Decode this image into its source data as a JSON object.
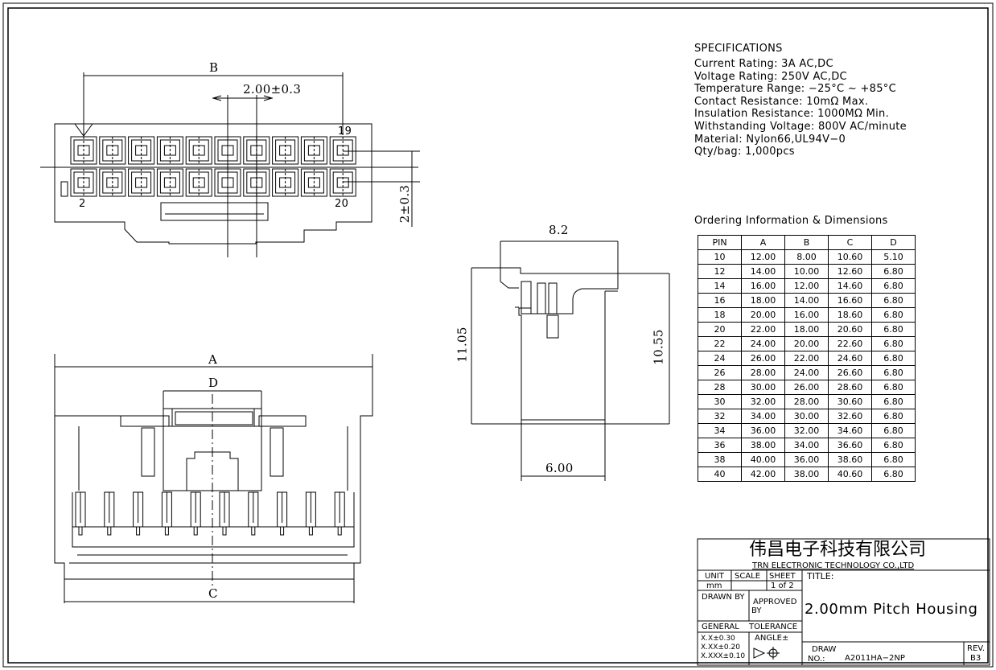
{
  "specs": {
    "heading": "SPECIFICATIONS",
    "lines": [
      "Current Rating:  3A  AC,DC",
      "Voltage Rating:  250V  AC,DC",
      "Temperature Range:  −25°C  ~  +85°C",
      "Contact Resistance:  10mΩ  Max.",
      "Insulation Resistance:  1000MΩ  Min.",
      "Withstanding Voltage:  800V  AC/minute",
      "Material:  Nylon66,UL94V−0",
      "Qty/bag: 1,000pcs"
    ]
  },
  "ordering": {
    "heading": "Ordering  Information  &  Dimensions",
    "columns": [
      "PIN",
      "A",
      "B",
      "C",
      "D"
    ],
    "rows": [
      [
        "10",
        "12.00",
        "8.00",
        "10.60",
        "5.10"
      ],
      [
        "12",
        "14.00",
        "10.00",
        "12.60",
        "6.80"
      ],
      [
        "14",
        "16.00",
        "12.00",
        "14.60",
        "6.80"
      ],
      [
        "16",
        "18.00",
        "14.00",
        "16.60",
        "6.80"
      ],
      [
        "18",
        "20.00",
        "16.00",
        "18.60",
        "6.80"
      ],
      [
        "20",
        "22.00",
        "18.00",
        "20.60",
        "6.80"
      ],
      [
        "22",
        "24.00",
        "20.00",
        "22.60",
        "6.80"
      ],
      [
        "24",
        "26.00",
        "22.00",
        "24.60",
        "6.80"
      ],
      [
        "26",
        "28.00",
        "24.00",
        "26.60",
        "6.80"
      ],
      [
        "28",
        "30.00",
        "26.00",
        "28.60",
        "6.80"
      ],
      [
        "30",
        "32.00",
        "28.00",
        "30.60",
        "6.80"
      ],
      [
        "32",
        "34.00",
        "30.00",
        "32.60",
        "6.80"
      ],
      [
        "34",
        "36.00",
        "32.00",
        "34.60",
        "6.80"
      ],
      [
        "36",
        "38.00",
        "34.00",
        "36.60",
        "6.80"
      ],
      [
        "38",
        "40.00",
        "36.00",
        "38.60",
        "6.80"
      ],
      [
        "40",
        "42.00",
        "38.00",
        "40.60",
        "6.80"
      ]
    ]
  },
  "top_view": {
    "label_b": "B",
    "pitch": "2.00±0.3",
    "height_tol": "2±0.3",
    "pin_19": "19",
    "pin_2": "2",
    "pin_20": "20"
  },
  "side_view": {
    "width": "8.2",
    "height_left": "11.05",
    "height_right": "10.55",
    "bottom": "6.00"
  },
  "front_view": {
    "label_a": "A",
    "label_d": "D",
    "label_c": "C"
  },
  "title_block": {
    "company_cn": "伟昌电子科技有限公司",
    "company_en": "TRN  ELECTRONIC  TECHNOLOGY  CO.,LTD",
    "unit_label": "UNIT",
    "unit_value": "mm",
    "scale_label": "SCALE",
    "sheet_label": "SHEET",
    "sheet_value": "1  of  2",
    "title_label": "TITLE:",
    "title_value": "2.00mm  Pitch  Housing",
    "drawn_by": "DRAWN  BY",
    "approved": "APPROVED",
    "approved_by": "BY",
    "general": "GENERAL",
    "tolerance": "TOLERANCE",
    "tol_1": "X.X±0.30",
    "tol_2": "X.XX±0.20",
    "tol_3": "X.XXX±0.10",
    "angle": "ANGLE±",
    "draw_no_label_1": "DRAW",
    "draw_no_label_2": "NO.:",
    "draw_no": "A2011HA−2NP",
    "rev_label": "REV.",
    "rev_value": "B3"
  }
}
